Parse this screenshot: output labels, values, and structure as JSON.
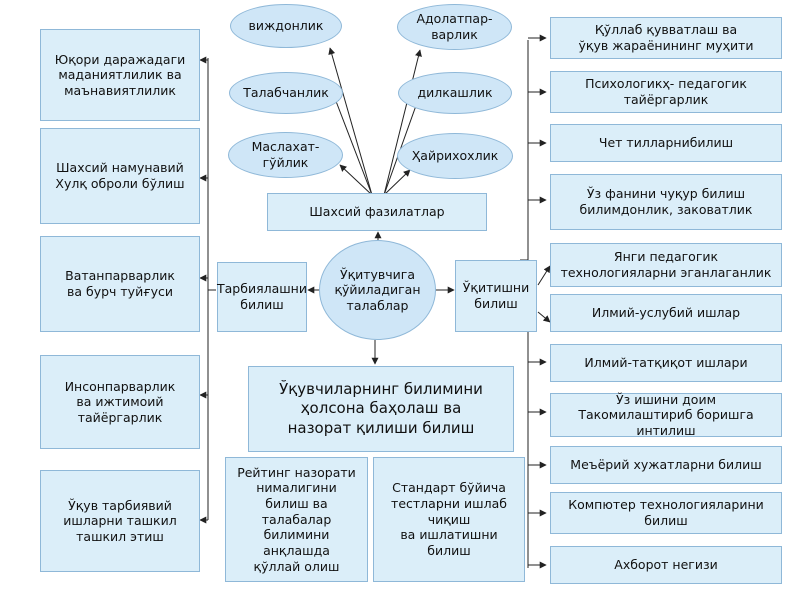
{
  "center": "Ўқитувчига\nқўйиладиган\nталаблар",
  "personal_qualities_header": "Шахсий фазилатлар",
  "personal_qualities": [
    "виждонлик",
    "Адолатпар-\nварлик",
    "Талабчанлик",
    "дилкашлик",
    "Маслахат-\nгўйлик",
    "Ҳайрихохлик"
  ],
  "upbringing": "Тарбиялашни\nбилиш",
  "upbringing_items": [
    "Юқори даражадаги\nмаданиятлилик ва\nмаънавиятлилик",
    "Шахсий намунавий\nХулқ оброли бўлиш",
    "Ватанпарварлик\nва бурч туйғуси",
    "Инсонпарварлик\nва ижтимоий\nтайёргарлик",
    "Ўқув тарбиявий\nишларни ташкил\nташкил этиш"
  ],
  "teaching": "Ўқитишни\nбилиш",
  "teaching_items": [
    "Қўллаб қувватлаш ва\nўқув жараёнининг муҳити",
    "Психологикҳ- педагогик\nтайёргарлик",
    "Чет тилларнибилиш",
    "Ўз фанини чуқур билиш\nбилимдонлик, заковатлик",
    "Янги педагогик\nтехнологияларни эганлаганлик",
    "Илмий-услубий ишлар",
    "Илмий-татқиқот ишлари",
    "Ўз ишини доим\nТакомилаштириб боришга интилиш",
    "Меъёрий хужатларни билиш",
    "Компютер технологияларини\nбилиш",
    "Ахборот негизи"
  ],
  "assessment": "Ўқувчиларнинг билимини\nҳолсона баҳолаш ва\nназорат қилиши билиш",
  "assessment_items": [
    "Рейтинг назорати\nнималигини\nбилиш ва\nталабалар\nбилимини\nанқлашда\nқўллай олиш",
    "Стандарт бўйича\nтестларни ишлаб\nчиқиш\nва ишлатишни билиш"
  ]
}
